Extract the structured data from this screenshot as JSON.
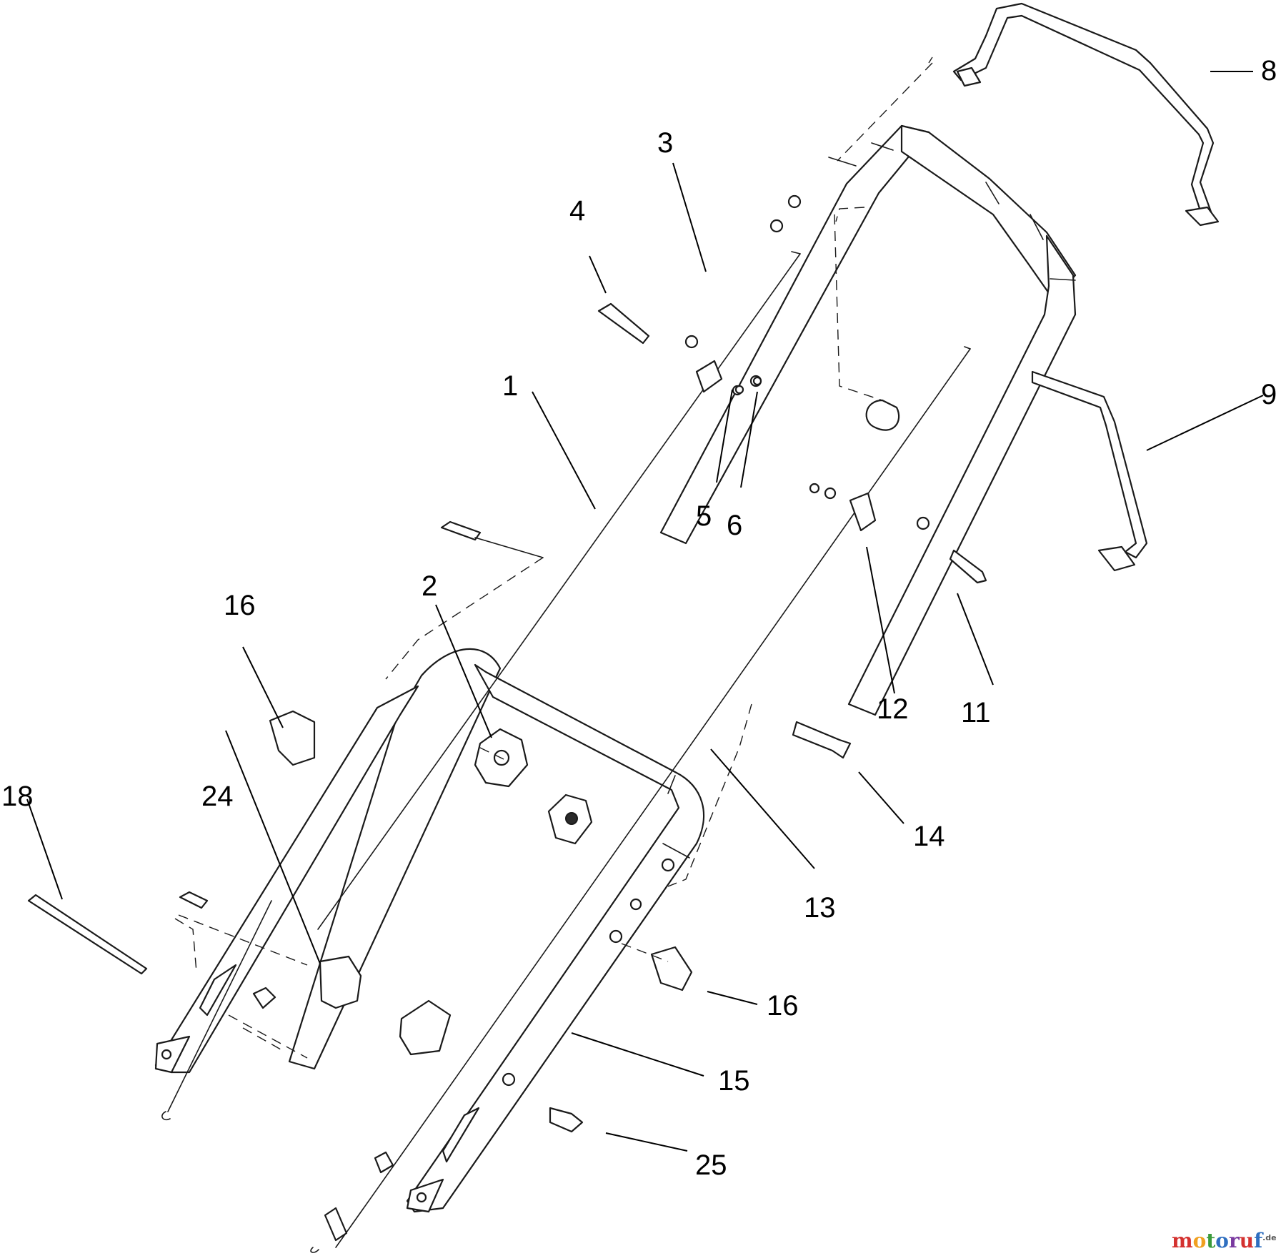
{
  "diagram": {
    "callouts": {
      "c1": "1",
      "c2": "2",
      "c3": "3",
      "c4": "4",
      "c5": "5",
      "c6": "6",
      "c8": "8",
      "c9": "9",
      "c11": "11",
      "c12": "12",
      "c13": "13",
      "c14": "14",
      "c15": "15",
      "c16a": "16",
      "c16b": "16",
      "c18": "18",
      "c24": "24",
      "c25": "25"
    }
  },
  "watermark": {
    "letters": [
      "m",
      "o",
      "t",
      "o",
      "r",
      "u",
      "f"
    ],
    "suffix": ".de",
    "colors": [
      "#d4312f",
      "#f0a020",
      "#3a9a3a",
      "#2f6fc0",
      "#7a3aa0",
      "#d4312f",
      "#2f6fc0"
    ]
  }
}
